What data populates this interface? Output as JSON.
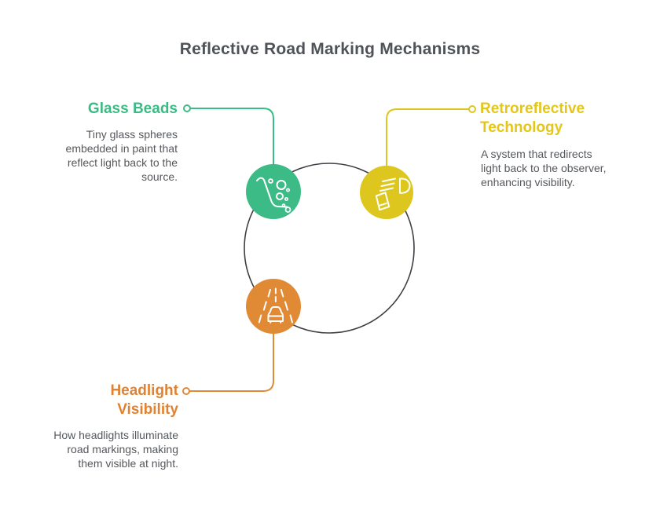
{
  "title": "Reflective Road Marking Mechanisms",
  "colors": {
    "background": "#ffffff",
    "heading": "#4f5357",
    "body_text": "#55585c",
    "ring": "#3c3f43",
    "icon_stroke": "#ffffff",
    "connector_end_fill": "#ffffff"
  },
  "nodes": [
    {
      "id": "glass-beads",
      "label": "Glass Beads",
      "description": "Tiny glass spheres embedded in paint that reflect light back to the source.",
      "color": "#3dbb86",
      "label_color": "#3cba84",
      "icon": "glass-beads-icon",
      "position": "top-left"
    },
    {
      "id": "retroreflective-technology",
      "label": "Retroreflective Technology",
      "description": "A system that redirects light back to the observer, enhancing visibility.",
      "color": "#ddc71e",
      "label_color": "#e3c61a",
      "icon": "headlight-beam-icon",
      "position": "top-right"
    },
    {
      "id": "headlight-visibility",
      "label": "Headlight Visibility",
      "description": "How headlights illuminate road markings, making them visible at night.",
      "color": "#e08a36",
      "label_color": "#e08231",
      "icon": "road-car-icon",
      "position": "bottom-left"
    }
  ]
}
